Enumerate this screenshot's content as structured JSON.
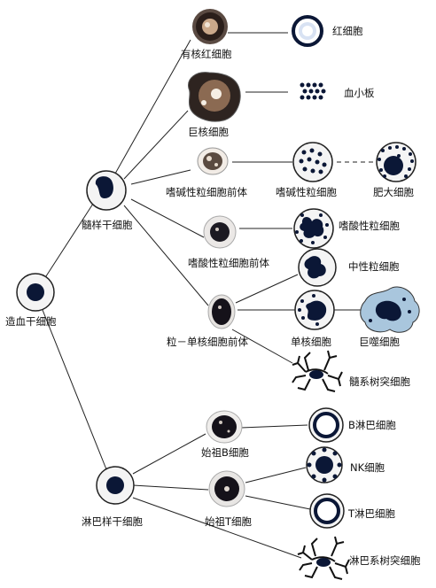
{
  "labels": {
    "hsc": "造血干细胞",
    "myeloid": "髓样干细胞",
    "lymphoid": "淋巴样干细胞",
    "nucleated_rbc": "有核红细胞",
    "rbc": "红细胞",
    "megakaryocyte": "巨核细胞",
    "platelet": "血小板",
    "basophil_precursor": "嗜碱性粒细胞前体",
    "basophil": "嗜碱性粒细胞",
    "mast_cell": "肥大细胞",
    "eosinophil_precursor": "嗜酸性粒细胞前体",
    "eosinophil": "嗜酸性粒细胞",
    "neutrophil": "中性粒细胞",
    "gm_precursor": "粒－单核细胞前体",
    "monocyte": "单核细胞",
    "macrophage": "巨噬细胞",
    "myeloid_dc": "髓系树突细胞",
    "pro_b": "始祖B细胞",
    "b_cell": "B淋巴细胞",
    "nk_cell": "NK细胞",
    "pro_t": "始祖T细胞",
    "t_cell": "T淋巴细胞",
    "lymphoid_dc": "淋巴系树突细胞"
  },
  "colors": {
    "line": "#222222",
    "nucleus": "#0b1736",
    "cytoplasm": "#f3f3f3",
    "rbc_glow": "#3355aa",
    "macrophage_cytoplasm": "#a9c6dd"
  }
}
